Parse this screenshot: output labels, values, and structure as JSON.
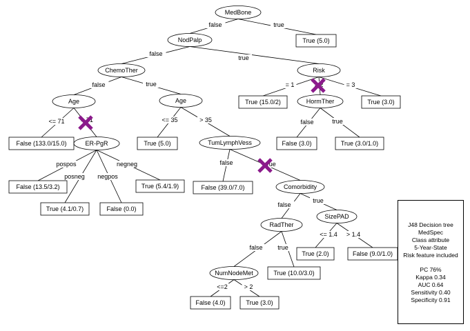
{
  "colors": {
    "cross": "#8b1a8b",
    "stroke": "#000000"
  },
  "tree": {
    "nodes": [
      {
        "id": "medbone",
        "label": "MedBone",
        "shape": "ellipse"
      },
      {
        "id": "leaf_true_5",
        "label": "True (5.0)",
        "shape": "rect"
      },
      {
        "id": "nodpalp",
        "label": "NodPalp",
        "shape": "ellipse"
      },
      {
        "id": "chemother",
        "label": "ChemoTher",
        "shape": "ellipse"
      },
      {
        "id": "risk",
        "label": "Risk",
        "shape": "ellipse"
      },
      {
        "id": "age1",
        "label": "Age",
        "shape": "ellipse"
      },
      {
        "id": "age2",
        "label": "Age",
        "shape": "ellipse"
      },
      {
        "id": "leaf_true_15_2",
        "label": "True (15.0/2)",
        "shape": "rect"
      },
      {
        "id": "hormther",
        "label": "HormTher",
        "shape": "ellipse"
      },
      {
        "id": "leaf_true_3_risk",
        "label": "True (3.0)",
        "shape": "rect"
      },
      {
        "id": "leaf_false_133",
        "label": "False (133.0/15.0)",
        "shape": "rect"
      },
      {
        "id": "erpgr",
        "label": "ER-PgR",
        "shape": "ellipse"
      },
      {
        "id": "leaf_true_5_age2",
        "label": "True (5.0)",
        "shape": "rect"
      },
      {
        "id": "tumlymphvess",
        "label": "TumLymphVess",
        "shape": "ellipse"
      },
      {
        "id": "leaf_false_3_hormther",
        "label": "False (3.0)",
        "shape": "rect"
      },
      {
        "id": "leaf_true_3_1",
        "label": "True (3.0/1.0)",
        "shape": "rect"
      },
      {
        "id": "leaf_false_13_5",
        "label": "False (13.5/3.2)",
        "shape": "rect"
      },
      {
        "id": "leaf_true_4_1",
        "label": "True (4.1/0.7)",
        "shape": "rect"
      },
      {
        "id": "leaf_false_0",
        "label": "False (0.0)",
        "shape": "rect"
      },
      {
        "id": "leaf_true_5_4",
        "label": "True (5.4/1.9)",
        "shape": "rect"
      },
      {
        "id": "leaf_false_39",
        "label": "False (39.0/7.0)",
        "shape": "rect"
      },
      {
        "id": "comorbidity",
        "label": "Comorbidity",
        "shape": "ellipse"
      },
      {
        "id": "radther",
        "label": "RadTher",
        "shape": "ellipse"
      },
      {
        "id": "sizepad",
        "label": "SizePAD",
        "shape": "ellipse"
      },
      {
        "id": "leaf_true_2",
        "label": "True (2.0)",
        "shape": "rect"
      },
      {
        "id": "leaf_false_9",
        "label": "False (9.0/1.0)",
        "shape": "rect"
      },
      {
        "id": "numnodemet",
        "label": "NumNodeMet",
        "shape": "ellipse"
      },
      {
        "id": "leaf_true_10",
        "label": "True (10.0/3.0)",
        "shape": "rect"
      },
      {
        "id": "leaf_false_4",
        "label": "False (4.0)",
        "shape": "rect"
      },
      {
        "id": "leaf_true_3_num",
        "label": "True (3.0)",
        "shape": "rect"
      }
    ],
    "edges": [
      {
        "from": "medbone",
        "to": "nodpalp",
        "label": "false"
      },
      {
        "from": "medbone",
        "to": "leaf_true_5",
        "label": "true"
      },
      {
        "from": "nodpalp",
        "to": "chemother",
        "label": "false"
      },
      {
        "from": "nodpalp",
        "to": "risk",
        "label": "true"
      },
      {
        "from": "chemother",
        "to": "age1",
        "label": "false"
      },
      {
        "from": "chemother",
        "to": "age2",
        "label": "true"
      },
      {
        "from": "risk",
        "to": "leaf_true_15_2",
        "label": "= 1"
      },
      {
        "from": "risk",
        "to": "hormther",
        "label": "= 2"
      },
      {
        "from": "risk",
        "to": "leaf_true_3_risk",
        "label": "= 3"
      },
      {
        "from": "age1",
        "to": "leaf_false_133",
        "label": "<= 71"
      },
      {
        "from": "age1",
        "to": "erpgr",
        "label": "> 71"
      },
      {
        "from": "age2",
        "to": "leaf_true_5_age2",
        "label": "<= 35"
      },
      {
        "from": "age2",
        "to": "tumlymphvess",
        "label": "> 35"
      },
      {
        "from": "hormther",
        "to": "leaf_false_3_hormther",
        "label": "false"
      },
      {
        "from": "hormther",
        "to": "leaf_true_3_1",
        "label": "true"
      },
      {
        "from": "erpgr",
        "to": "leaf_false_13_5",
        "label": "pospos"
      },
      {
        "from": "erpgr",
        "to": "leaf_true_4_1",
        "label": "posneg"
      },
      {
        "from": "erpgr",
        "to": "leaf_false_0",
        "label": "negpos"
      },
      {
        "from": "erpgr",
        "to": "leaf_true_5_4",
        "label": "negneg"
      },
      {
        "from": "tumlymphvess",
        "to": "leaf_false_39",
        "label": "false"
      },
      {
        "from": "tumlymphvess",
        "to": "comorbidity",
        "label": "true"
      },
      {
        "from": "comorbidity",
        "to": "radther",
        "label": "false"
      },
      {
        "from": "comorbidity",
        "to": "sizepad",
        "label": "true"
      },
      {
        "from": "sizepad",
        "to": "leaf_true_2",
        "label": "<= 1.4"
      },
      {
        "from": "sizepad",
        "to": "leaf_false_9",
        "label": "> 1.4"
      },
      {
        "from": "radther",
        "to": "numnodemet",
        "label": "false"
      },
      {
        "from": "radther",
        "to": "leaf_true_10",
        "label": "true"
      },
      {
        "from": "numnodemet",
        "to": "leaf_false_4",
        "label": "<=2"
      },
      {
        "from": "numnodemet",
        "to": "leaf_true_3_num",
        "label": "> 2"
      }
    ],
    "crosses": [
      {
        "name": "cross-age-gt71"
      },
      {
        "name": "cross-risk-eq2"
      },
      {
        "name": "cross-tumlymphvess-true"
      }
    ]
  },
  "info_box": {
    "line1": "J48 Decision tree",
    "line2": "MedSpec",
    "line3": "Class attribute",
    "line4": "5-Year-State",
    "line5": "Risk feature included",
    "line6": "PC 76%",
    "line7": "Kappa 0.34",
    "line8": "AUC 0.64",
    "line9": "Sensitivity 0.40",
    "line10": "Specificity 0.91"
  }
}
